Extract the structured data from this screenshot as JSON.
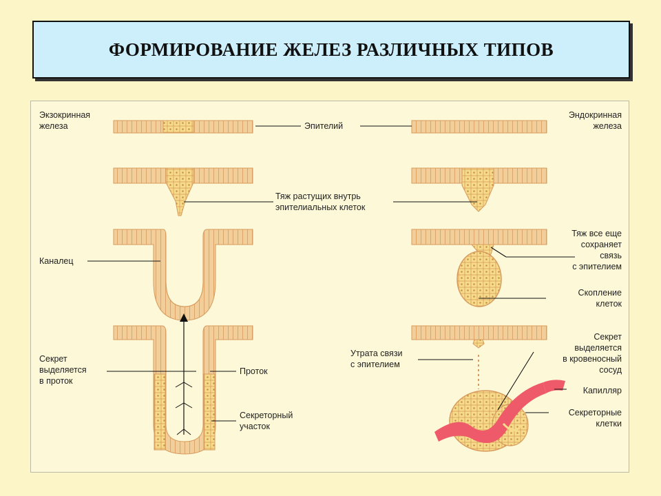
{
  "title": "ФОРМИРОВАНИЕ ЖЕЛЕЗ РАЗЛИЧНЫХ ТИПОВ",
  "labels": {
    "exo_l1": "Экзокринная",
    "exo_l2": "железа",
    "endo_l1": "Эндокринная",
    "endo_l2": "железа",
    "epithelium": "Эпителий",
    "cord_l1": "Тяж растущих внутрь",
    "cord_l2": "эпителиальных клеток",
    "canal": "Каналец",
    "cord_still_l1": "Тяж все еще",
    "cord_still_l2": "сохраняет",
    "cord_still_l3": "связь",
    "cord_still_l4": "с эпителием",
    "cluster_l1": "Скопление",
    "cluster_l2": "клеток",
    "secret_duct_l1": "Секрет",
    "secret_duct_l2": "выделяется",
    "secret_duct_l3": "в проток",
    "duct": "Проток",
    "secretory_part_l1": "Секреторный",
    "secretory_part_l2": "участок",
    "loss_l1": "Утрата связи",
    "loss_l2": "с эпителием",
    "secret_blood_l1": "Секрет",
    "secret_blood_l2": "выделяется",
    "secret_blood_l3": "в кровеносный",
    "secret_blood_l4": "сосуд",
    "capillary": "Капилляр",
    "secretory_cells_l1": "Секреторные",
    "secretory_cells_l2": "клетки"
  },
  "colors": {
    "background": "#fbf5c8",
    "title_box": "#cdeefb",
    "tissue": "#f2cf9a",
    "tissue_edge": "#d79a5c",
    "gland_cell": "#f6dc8a",
    "capillary": "#ee5a6a"
  }
}
